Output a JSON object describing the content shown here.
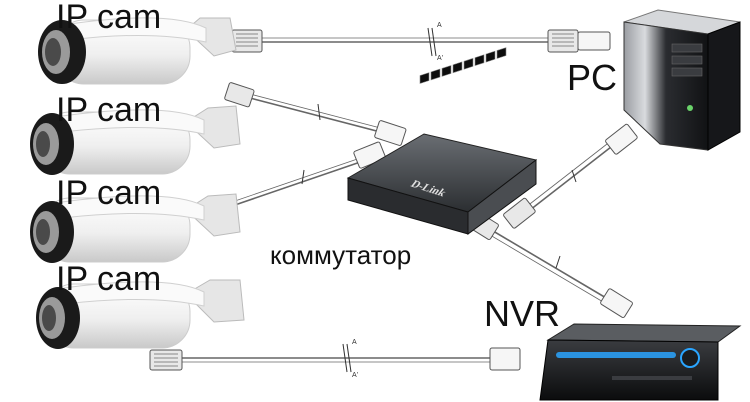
{
  "devices": {
    "cameras": [
      {
        "label": "IP cam"
      },
      {
        "label": "IP cam"
      },
      {
        "label": "IP cam"
      },
      {
        "label": "IP cam"
      }
    ],
    "pc": {
      "label": "PC"
    },
    "switch": {
      "label": "коммутатор",
      "brand": "D-Link"
    },
    "nvr": {
      "label": "NVR"
    }
  },
  "cable_markers": {
    "a": "A",
    "a_prime": "A'"
  },
  "colors": {
    "camera_body": "#f4f4f4",
    "camera_lens": "#1a1a1a",
    "switch_body": "#3a3d40",
    "pc_body": "#202124",
    "nvr_accent": "#2aa5ff",
    "cable": "#555555"
  }
}
